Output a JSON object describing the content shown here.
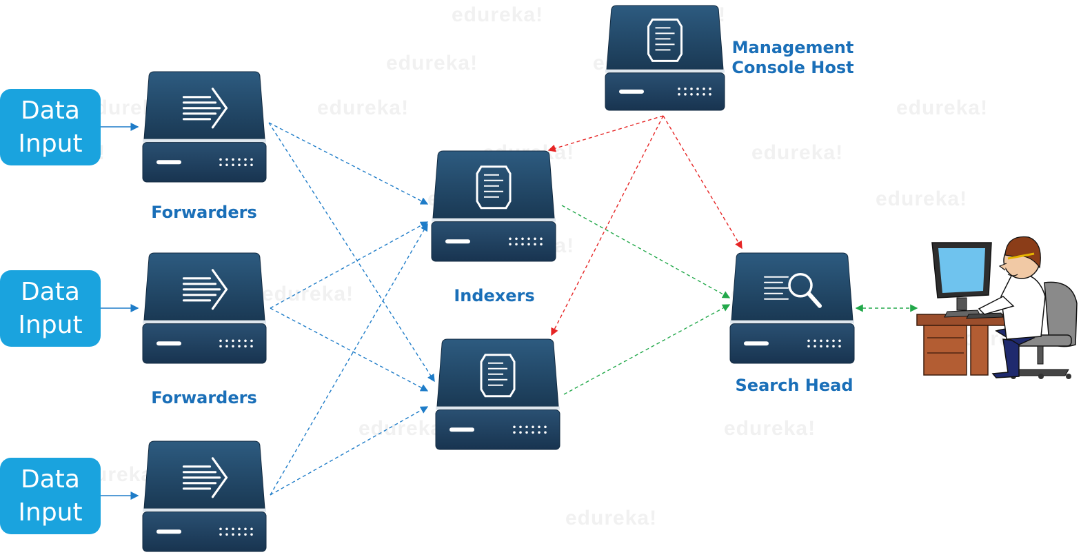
{
  "watermark_text": "edureka!",
  "data_inputs": [
    {
      "line1": "Data",
      "line2": "Input"
    },
    {
      "line1": "Data",
      "line2": "Input"
    },
    {
      "line1": "Data",
      "line2": "Input"
    }
  ],
  "labels": {
    "forwarders_1": "Forwarders",
    "forwarders_2": "Forwarders",
    "indexers": "Indexers",
    "search_head": "Search Head",
    "management_line1": "Management",
    "management_line2": "Console Host"
  },
  "colors": {
    "server_dark": "#16304a",
    "server_top": "#2b577a",
    "input_box": "#1aa3de",
    "label_text": "#1a6fb8",
    "forward_arrow": "#1e7cc8",
    "management_arrow": "#e62424",
    "index_arrow": "#22a84a",
    "user_arrow": "#22a84a"
  },
  "icons": {
    "forwarder": "forward-lines-icon",
    "indexer": "document-shield-icon",
    "search_head": "magnifier-document-icon",
    "management": "document-shield-icon",
    "user": "person-at-computer-illustration"
  }
}
